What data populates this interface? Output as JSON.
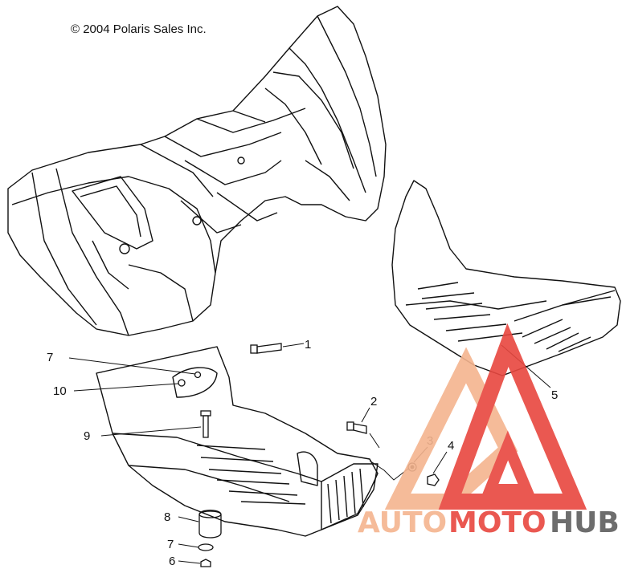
{
  "copyright": "© 2004 Polaris Sales Inc.",
  "callouts": [
    {
      "id": "c1",
      "label": "1"
    },
    {
      "id": "c2",
      "label": "2"
    },
    {
      "id": "c3",
      "label": "3"
    },
    {
      "id": "c4",
      "label": "4"
    },
    {
      "id": "c5",
      "label": "5"
    },
    {
      "id": "c6",
      "label": "6"
    },
    {
      "id": "c7a",
      "label": "7"
    },
    {
      "id": "c7b",
      "label": "7"
    },
    {
      "id": "c8",
      "label": "8"
    },
    {
      "id": "c9",
      "label": "9"
    },
    {
      "id": "c10",
      "label": "10"
    }
  ],
  "watermark": {
    "part1": "AUTO",
    "part2": "MOTO",
    "part3": "HUB",
    "color_light": "#f5b48f",
    "color_red": "#e8473f",
    "color_dark": "#5e5e5e"
  }
}
